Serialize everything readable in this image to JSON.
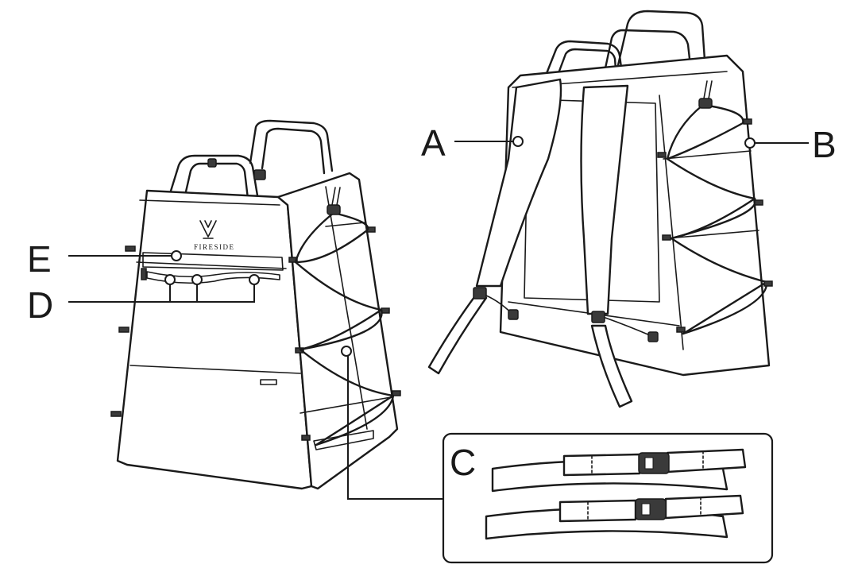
{
  "labels": {
    "a": "A",
    "b": "B",
    "c": "C",
    "d": "D",
    "e": "E"
  },
  "brand_text": "FIRESIDE",
  "colors": {
    "line": "#1a1a1a",
    "background": "#ffffff",
    "buckle": "#3a3a3a"
  }
}
